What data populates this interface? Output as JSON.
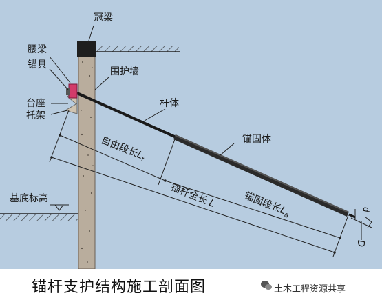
{
  "labels": {
    "crown_beam": "冠梁",
    "waist_beam": "腰梁",
    "anchor_device": "锚具",
    "pedestal": "台座",
    "bracket": "托架",
    "retaining_wall": "围护墙",
    "rod_body": "杆体",
    "anchor_body": "锚固体",
    "free_length": "自由段长",
    "free_length_symbol": "L",
    "free_length_sub": "f",
    "total_length": "锚杆全长",
    "total_length_symbol": "L",
    "anchor_length": "锚固段长",
    "anchor_length_symbol": "L",
    "anchor_length_sub": "a",
    "pit_bottom": "基底标高",
    "small_d": "d",
    "big_d": "D"
  },
  "caption": "锚杆支护结构施工剖面图",
  "brand": "土木工程资源共享",
  "colors": {
    "background": "#b7cce0",
    "wall": "#b9ad9d",
    "rod": "#1a1a1a",
    "anchor": "#2a2a2a",
    "waist_beam": "#d23b6a",
    "bracket": "#cfc3b0"
  }
}
